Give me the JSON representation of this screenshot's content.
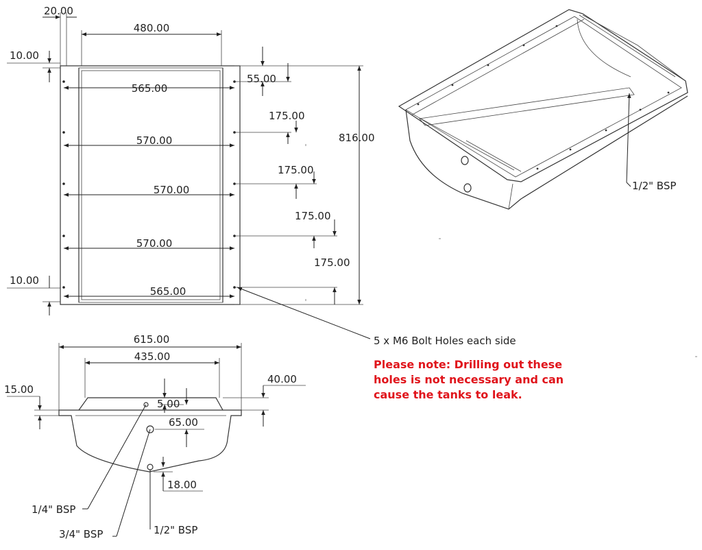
{
  "top_view": {
    "dims": {
      "d480": "480.00",
      "d20": "20.00",
      "d10_top": "10.00",
      "d10_bot": "10.00",
      "d565_top": "565.00",
      "d570_a": "570.00",
      "d570_b": "570.00",
      "d570_c": "570.00",
      "d565_bot": "565.00",
      "d55": "55.00",
      "d175_a": "175.00",
      "d175_b": "175.00",
      "d175_c": "175.00",
      "d175_d": "175.00",
      "d816": "816.00"
    },
    "bolt_callout": "5 x M6 Bolt Holes each side"
  },
  "note": {
    "lines": [
      "Please note: Drilling out these",
      "holes is not necessary and can",
      "cause the tanks to leak."
    ],
    "color": "#e0141b"
  },
  "end_view": {
    "dims": {
      "d615": "615.00",
      "d435": "435.00",
      "d40": "40.00",
      "d15": "15.00",
      "d5": "5.00",
      "d65": "65.00",
      "d18": "18.00"
    },
    "callouts": {
      "quarter_bsp": "1/4\" BSP",
      "three_quarter_bsp": "3/4\" BSP",
      "half_bsp": "1/2\" BSP"
    }
  },
  "iso_view": {
    "callout": "1/2\" BSP"
  }
}
